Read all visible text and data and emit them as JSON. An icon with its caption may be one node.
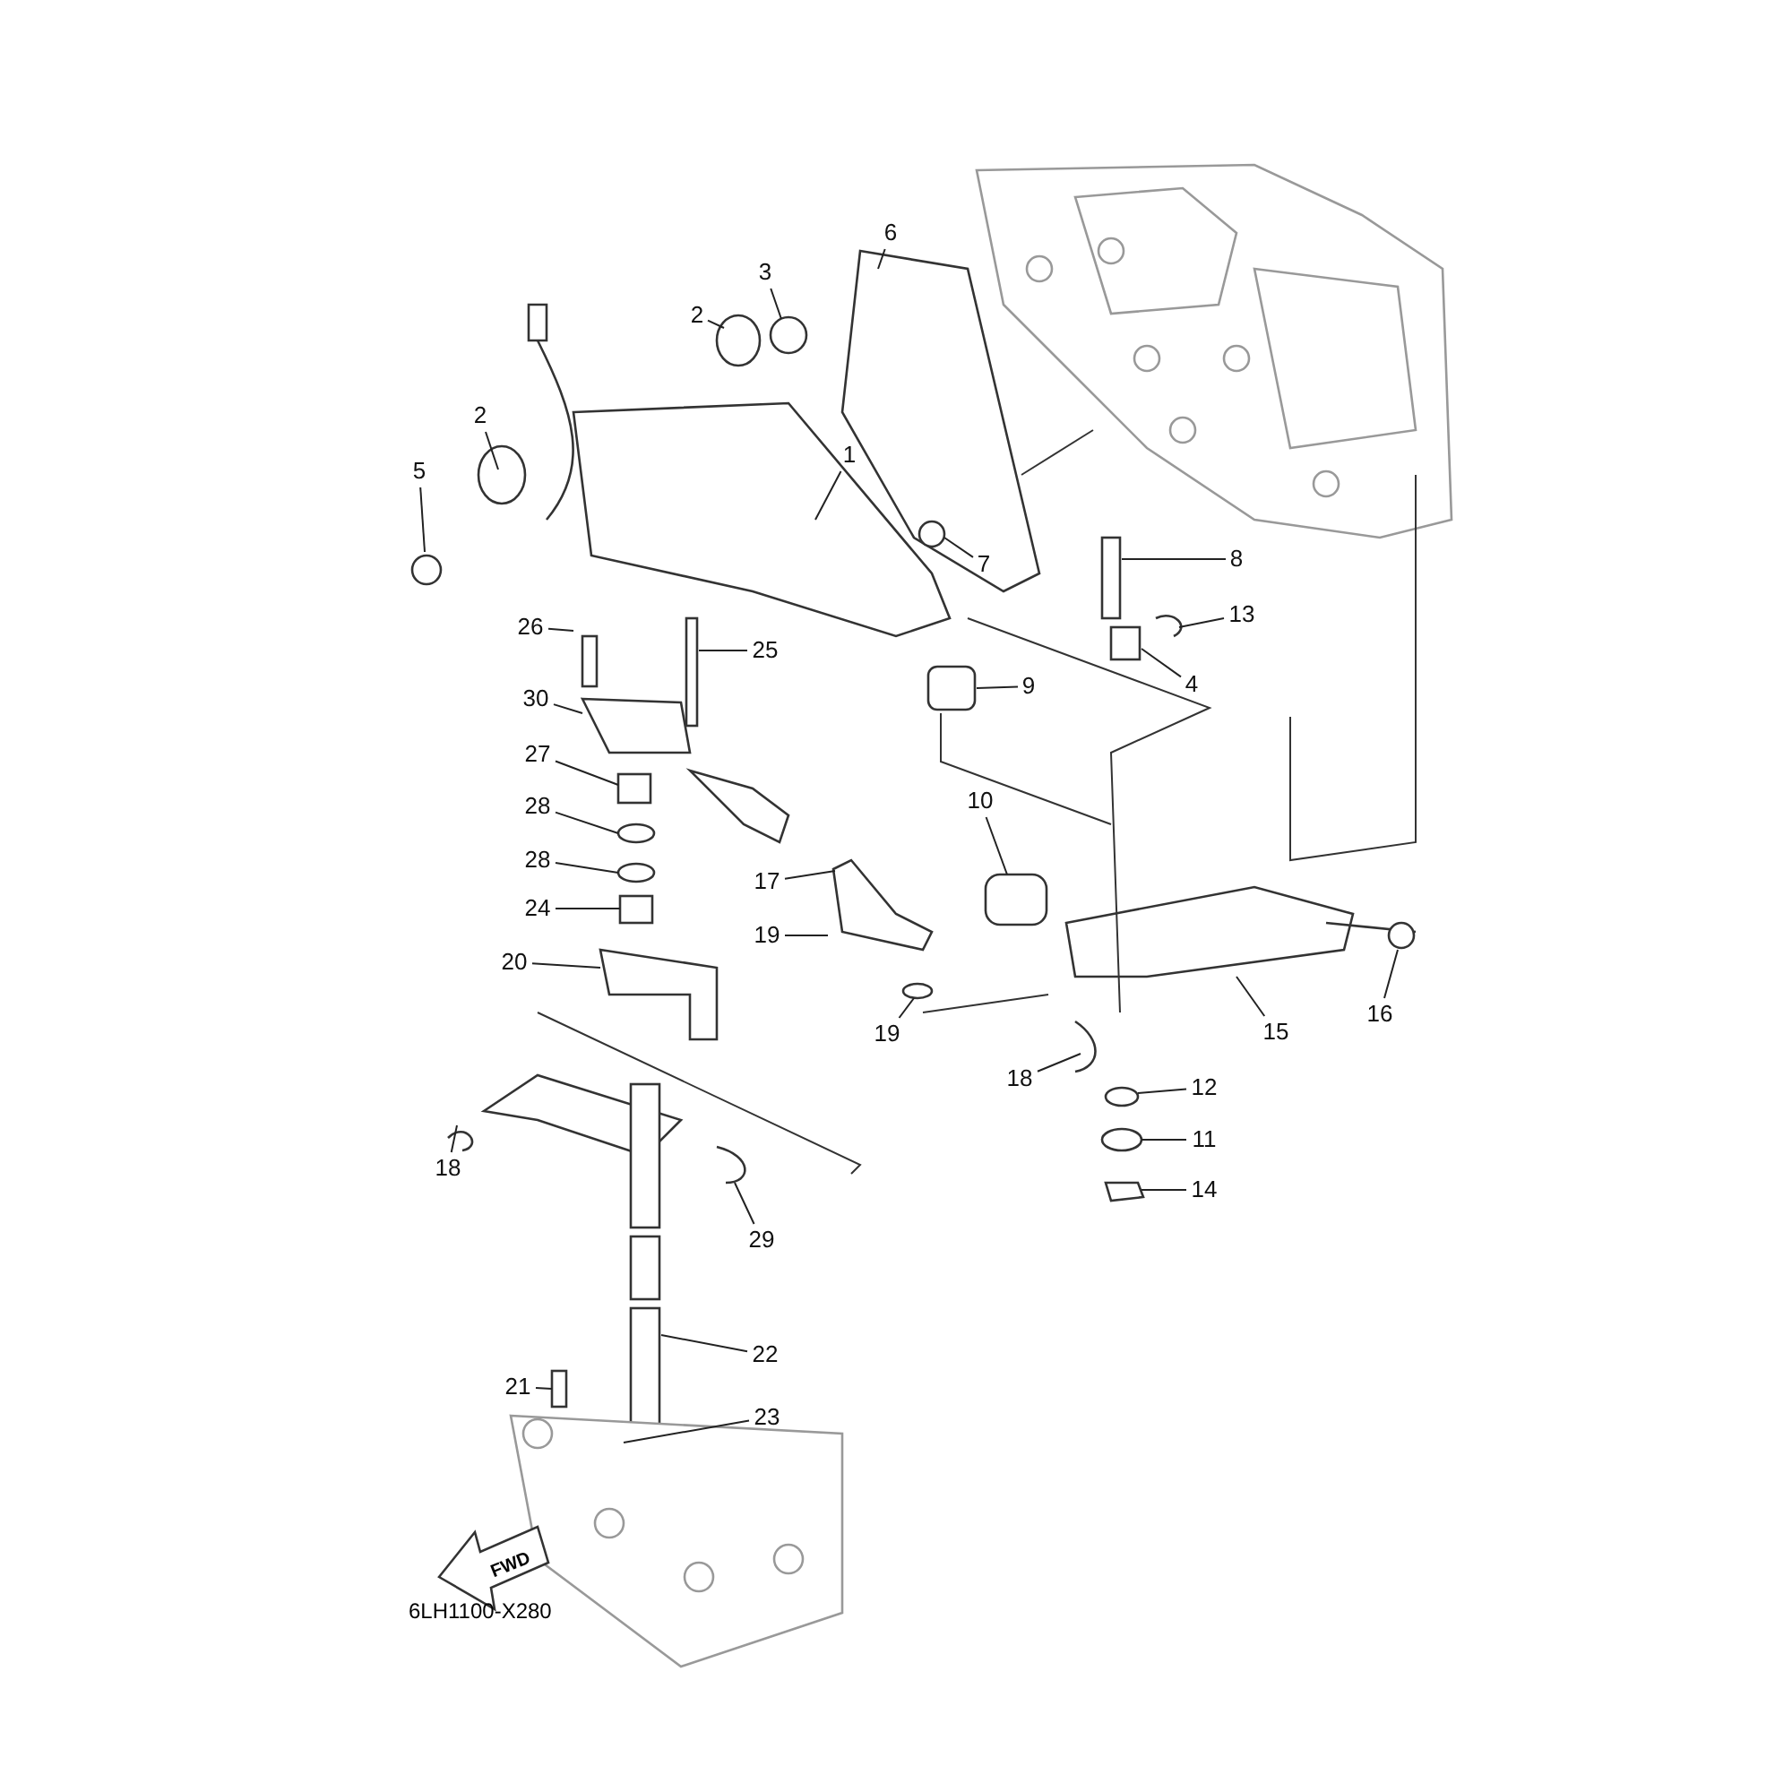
{
  "diagram": {
    "nodes": [
      {
        "text": [
          "1"
        ]
      },
      {
        "text": [
          "2"
        ]
      },
      {
        "text": [
          "2"
        ]
      },
      {
        "text": [
          "3"
        ]
      },
      {
        "text": [
          "5"
        ]
      },
      {
        "text": [
          "6"
        ]
      },
      {
        "text": [
          "7"
        ]
      },
      {
        "text": [
          "8"
        ]
      },
      {
        "text": [
          "13"
        ]
      },
      {
        "text": [
          "4"
        ]
      },
      {
        "text": [
          "9"
        ]
      },
      {
        "text": [
          "26"
        ]
      },
      {
        "text": [
          "25"
        ]
      },
      {
        "text": [
          "30"
        ]
      },
      {
        "text": [
          "27"
        ]
      },
      {
        "text": [
          "28"
        ]
      },
      {
        "text": [
          "28"
        ]
      },
      {
        "text": [
          "24"
        ]
      },
      {
        "text": [
          "17"
        ]
      },
      {
        "text": [
          "19"
        ]
      },
      {
        "text": [
          "19"
        ]
      },
      {
        "text": [
          "10"
        ]
      },
      {
        "text": [
          "15"
        ]
      },
      {
        "text": [
          "16"
        ]
      },
      {
        "text": [
          "20"
        ]
      },
      {
        "text": [
          "18"
        ]
      },
      {
        "text": [
          "18"
        ]
      },
      {
        "text": [
          "12"
        ]
      },
      {
        "text": [
          "11"
        ]
      },
      {
        "text": [
          "14"
        ]
      },
      {
        "text": [
          "29"
        ]
      },
      {
        "text": [
          "22"
        ]
      },
      {
        "text": [
          "21"
        ]
      },
      {
        "text": [
          "23"
        ]
      }
    ],
    "edges": [
      {
        "from": 0,
        "to": null,
        "arrow": "none"
      },
      {
        "from": 1,
        "to": null,
        "arrow": "none"
      },
      {
        "from": 2,
        "to": null,
        "arrow": "none"
      },
      {
        "from": 3,
        "to": null,
        "arrow": "none"
      },
      {
        "from": 4,
        "to": null,
        "arrow": "none"
      },
      {
        "from": 5,
        "to": null,
        "arrow": "none"
      },
      {
        "from": 6,
        "to": null,
        "arrow": "none"
      },
      {
        "from": 7,
        "to": null,
        "arrow": "none"
      },
      {
        "from": 8,
        "to": null,
        "arrow": "none"
      },
      {
        "from": 9,
        "to": null,
        "arrow": "none"
      },
      {
        "from": 10,
        "to": null,
        "arrow": "none"
      },
      {
        "from": 11,
        "to": null,
        "arrow": "none"
      },
      {
        "from": 12,
        "to": null,
        "arrow": "none"
      },
      {
        "from": 13,
        "to": null,
        "arrow": "none"
      },
      {
        "from": 14,
        "to": null,
        "arrow": "none"
      },
      {
        "from": 15,
        "to": null,
        "arrow": "none"
      },
      {
        "from": 16,
        "to": null,
        "arrow": "none"
      },
      {
        "from": 17,
        "to": null,
        "arrow": "none"
      },
      {
        "from": 18,
        "to": null,
        "arrow": "none"
      },
      {
        "from": 19,
        "to": null,
        "arrow": "none"
      },
      {
        "from": 20,
        "to": null,
        "arrow": "none"
      },
      {
        "from": 21,
        "to": null,
        "arrow": "none"
      },
      {
        "from": 22,
        "to": null,
        "arrow": "none"
      },
      {
        "from": 23,
        "to": null,
        "arrow": "none"
      },
      {
        "from": 24,
        "to": null,
        "arrow": "none"
      },
      {
        "from": 25,
        "to": null,
        "arrow": "none"
      },
      {
        "from": 26,
        "to": null,
        "arrow": "none"
      },
      {
        "from": 27,
        "to": null,
        "arrow": "none"
      },
      {
        "from": 28,
        "to": null,
        "arrow": "none"
      },
      {
        "from": 29,
        "to": null,
        "arrow": "none"
      },
      {
        "from": 30,
        "to": null,
        "arrow": "none"
      },
      {
        "from": 31,
        "to": null,
        "arrow": "none"
      },
      {
        "from": 32,
        "to": null,
        "arrow": "none"
      },
      {
        "from": 33,
        "to": null,
        "arrow": "none"
      }
    ],
    "labels": [
      "FWD",
      "6LH1100-X280"
    ]
  }
}
